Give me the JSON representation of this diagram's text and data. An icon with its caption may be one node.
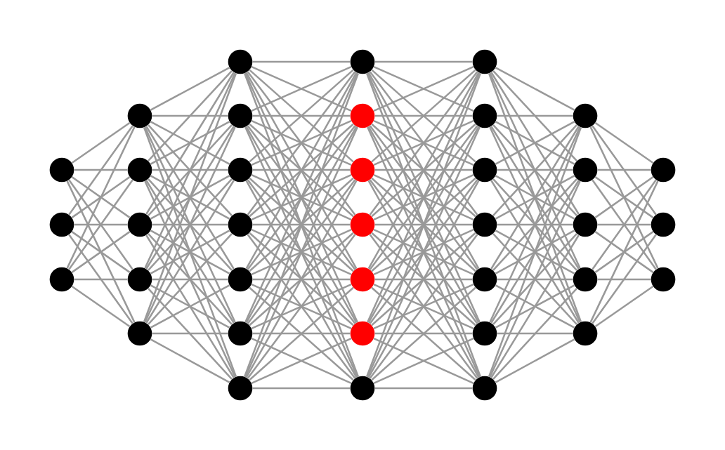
{
  "diagram": {
    "nodes": [
      {
        "text": [],
        "shape": "circle"
      },
      {
        "text": [],
        "shape": "circle"
      },
      {
        "text": [],
        "shape": "circle"
      },
      {
        "text": [],
        "shape": "circle"
      },
      {
        "text": [],
        "shape": "circle"
      },
      {
        "text": [],
        "shape": "circle"
      },
      {
        "text": [],
        "shape": "circle"
      },
      {
        "text": [],
        "shape": "circle"
      },
      {
        "text": [],
        "shape": "circle"
      },
      {
        "text": [],
        "shape": "circle"
      },
      {
        "text": [],
        "shape": "circle"
      },
      {
        "text": [],
        "shape": "circle"
      },
      {
        "text": [],
        "shape": "circle"
      },
      {
        "text": [],
        "shape": "circle"
      },
      {
        "text": [],
        "shape": "circle"
      },
      {
        "text": [],
        "shape": "circle"
      },
      {
        "text": [],
        "shape": "circle"
      },
      {
        "text": [],
        "shape": "circle"
      },
      {
        "text": [],
        "shape": "circle"
      },
      {
        "text": [],
        "shape": "circle"
      },
      {
        "text": [],
        "shape": "circle"
      },
      {
        "text": [],
        "shape": "circle"
      },
      {
        "text": [],
        "shape": "circle"
      },
      {
        "text": [],
        "shape": "circle"
      },
      {
        "text": [],
        "shape": "circle"
      },
      {
        "text": [],
        "shape": "circle"
      },
      {
        "text": [],
        "shape": "circle"
      },
      {
        "text": [],
        "shape": "circle"
      },
      {
        "text": [],
        "shape": "circle"
      },
      {
        "text": [],
        "shape": "circle"
      },
      {
        "text": [],
        "shape": "circle"
      },
      {
        "text": [],
        "shape": "circle"
      },
      {
        "text": [],
        "shape": "circle"
      },
      {
        "text": [],
        "shape": "circle"
      },
      {
        "text": [],
        "shape": "circle"
      },
      {
        "text": [],
        "shape": "circle"
      },
      {
        "text": [],
        "shape": "circle"
      }
    ],
    "edges": [
      {
        "from": 0,
        "to": 3,
        "arrow": "none"
      },
      {
        "from": 0,
        "to": 4,
        "arrow": "none"
      },
      {
        "from": 0,
        "to": 5,
        "arrow": "none"
      },
      {
        "from": 0,
        "to": 6,
        "arrow": "none"
      },
      {
        "from": 0,
        "to": 7,
        "arrow": "none"
      },
      {
        "from": 1,
        "to": 3,
        "arrow": "none"
      },
      {
        "from": 1,
        "to": 4,
        "arrow": "none"
      },
      {
        "from": 1,
        "to": 5,
        "arrow": "none"
      },
      {
        "from": 1,
        "to": 6,
        "arrow": "none"
      },
      {
        "from": 1,
        "to": 7,
        "arrow": "none"
      },
      {
        "from": 2,
        "to": 3,
        "arrow": "none"
      },
      {
        "from": 2,
        "to": 4,
        "arrow": "none"
      },
      {
        "from": 2,
        "to": 5,
        "arrow": "none"
      },
      {
        "from": 2,
        "to": 6,
        "arrow": "none"
      },
      {
        "from": 2,
        "to": 7,
        "arrow": "none"
      },
      {
        "from": 3,
        "to": 8,
        "arrow": "none"
      },
      {
        "from": 3,
        "to": 9,
        "arrow": "none"
      },
      {
        "from": 3,
        "to": 10,
        "arrow": "none"
      },
      {
        "from": 3,
        "to": 11,
        "arrow": "none"
      },
      {
        "from": 3,
        "to": 12,
        "arrow": "none"
      },
      {
        "from": 3,
        "to": 13,
        "arrow": "none"
      },
      {
        "from": 3,
        "to": 14,
        "arrow": "none"
      },
      {
        "from": 4,
        "to": 8,
        "arrow": "none"
      },
      {
        "from": 4,
        "to": 9,
        "arrow": "none"
      },
      {
        "from": 4,
        "to": 10,
        "arrow": "none"
      },
      {
        "from": 4,
        "to": 11,
        "arrow": "none"
      },
      {
        "from": 4,
        "to": 12,
        "arrow": "none"
      },
      {
        "from": 4,
        "to": 13,
        "arrow": "none"
      },
      {
        "from": 4,
        "to": 14,
        "arrow": "none"
      },
      {
        "from": 5,
        "to": 8,
        "arrow": "none"
      },
      {
        "from": 5,
        "to": 9,
        "arrow": "none"
      },
      {
        "from": 5,
        "to": 10,
        "arrow": "none"
      },
      {
        "from": 5,
        "to": 11,
        "arrow": "none"
      },
      {
        "from": 5,
        "to": 12,
        "arrow": "none"
      },
      {
        "from": 5,
        "to": 13,
        "arrow": "none"
      },
      {
        "from": 5,
        "to": 14,
        "arrow": "none"
      },
      {
        "from": 6,
        "to": 8,
        "arrow": "none"
      },
      {
        "from": 6,
        "to": 9,
        "arrow": "none"
      },
      {
        "from": 6,
        "to": 10,
        "arrow": "none"
      },
      {
        "from": 6,
        "to": 11,
        "arrow": "none"
      },
      {
        "from": 6,
        "to": 12,
        "arrow": "none"
      },
      {
        "from": 6,
        "to": 13,
        "arrow": "none"
      },
      {
        "from": 6,
        "to": 14,
        "arrow": "none"
      },
      {
        "from": 7,
        "to": 8,
        "arrow": "none"
      },
      {
        "from": 7,
        "to": 9,
        "arrow": "none"
      },
      {
        "from": 7,
        "to": 10,
        "arrow": "none"
      },
      {
        "from": 7,
        "to": 11,
        "arrow": "none"
      },
      {
        "from": 7,
        "to": 12,
        "arrow": "none"
      },
      {
        "from": 7,
        "to": 13,
        "arrow": "none"
      },
      {
        "from": 7,
        "to": 14,
        "arrow": "none"
      },
      {
        "from": 8,
        "to": 15,
        "arrow": "none"
      },
      {
        "from": 8,
        "to": 16,
        "arrow": "none"
      },
      {
        "from": 8,
        "to": 17,
        "arrow": "none"
      },
      {
        "from": 8,
        "to": 18,
        "arrow": "none"
      },
      {
        "from": 8,
        "to": 19,
        "arrow": "none"
      },
      {
        "from": 8,
        "to": 20,
        "arrow": "none"
      },
      {
        "from": 8,
        "to": 21,
        "arrow": "none"
      },
      {
        "from": 9,
        "to": 15,
        "arrow": "none"
      },
      {
        "from": 9,
        "to": 16,
        "arrow": "none"
      },
      {
        "from": 9,
        "to": 17,
        "arrow": "none"
      },
      {
        "from": 9,
        "to": 18,
        "arrow": "none"
      },
      {
        "from": 9,
        "to": 19,
        "arrow": "none"
      },
      {
        "from": 9,
        "to": 20,
        "arrow": "none"
      },
      {
        "from": 9,
        "to": 21,
        "arrow": "none"
      },
      {
        "from": 10,
        "to": 15,
        "arrow": "none"
      },
      {
        "from": 10,
        "to": 16,
        "arrow": "none"
      },
      {
        "from": 10,
        "to": 17,
        "arrow": "none"
      },
      {
        "from": 10,
        "to": 18,
        "arrow": "none"
      },
      {
        "from": 10,
        "to": 19,
        "arrow": "none"
      },
      {
        "from": 10,
        "to": 20,
        "arrow": "none"
      },
      {
        "from": 10,
        "to": 21,
        "arrow": "none"
      },
      {
        "from": 11,
        "to": 15,
        "arrow": "none"
      },
      {
        "from": 11,
        "to": 16,
        "arrow": "none"
      },
      {
        "from": 11,
        "to": 17,
        "arrow": "none"
      },
      {
        "from": 11,
        "to": 18,
        "arrow": "none"
      },
      {
        "from": 11,
        "to": 19,
        "arrow": "none"
      },
      {
        "from": 11,
        "to": 20,
        "arrow": "none"
      },
      {
        "from": 11,
        "to": 21,
        "arrow": "none"
      },
      {
        "from": 12,
        "to": 15,
        "arrow": "none"
      },
      {
        "from": 12,
        "to": 16,
        "arrow": "none"
      },
      {
        "from": 12,
        "to": 17,
        "arrow": "none"
      },
      {
        "from": 12,
        "to": 18,
        "arrow": "none"
      },
      {
        "from": 12,
        "to": 19,
        "arrow": "none"
      },
      {
        "from": 12,
        "to": 20,
        "arrow": "none"
      },
      {
        "from": 12,
        "to": 21,
        "arrow": "none"
      },
      {
        "from": 13,
        "to": 15,
        "arrow": "none"
      },
      {
        "from": 13,
        "to": 16,
        "arrow": "none"
      },
      {
        "from": 13,
        "to": 17,
        "arrow": "none"
      },
      {
        "from": 13,
        "to": 18,
        "arrow": "none"
      },
      {
        "from": 13,
        "to": 19,
        "arrow": "none"
      },
      {
        "from": 13,
        "to": 20,
        "arrow": "none"
      },
      {
        "from": 13,
        "to": 21,
        "arrow": "none"
      },
      {
        "from": 14,
        "to": 15,
        "arrow": "none"
      },
      {
        "from": 14,
        "to": 16,
        "arrow": "none"
      },
      {
        "from": 14,
        "to": 17,
        "arrow": "none"
      },
      {
        "from": 14,
        "to": 18,
        "arrow": "none"
      },
      {
        "from": 14,
        "to": 19,
        "arrow": "none"
      },
      {
        "from": 14,
        "to": 20,
        "arrow": "none"
      },
      {
        "from": 14,
        "to": 21,
        "arrow": "none"
      },
      {
        "from": 15,
        "to": 22,
        "arrow": "none"
      },
      {
        "from": 15,
        "to": 23,
        "arrow": "none"
      },
      {
        "from": 15,
        "to": 24,
        "arrow": "none"
      },
      {
        "from": 15,
        "to": 25,
        "arrow": "none"
      },
      {
        "from": 15,
        "to": 26,
        "arrow": "none"
      },
      {
        "from": 15,
        "to": 27,
        "arrow": "none"
      },
      {
        "from": 15,
        "to": 28,
        "arrow": "none"
      },
      {
        "from": 16,
        "to": 22,
        "arrow": "none"
      },
      {
        "from": 16,
        "to": 23,
        "arrow": "none"
      },
      {
        "from": 16,
        "to": 24,
        "arrow": "none"
      },
      {
        "from": 16,
        "to": 25,
        "arrow": "none"
      },
      {
        "from": 16,
        "to": 26,
        "arrow": "none"
      },
      {
        "from": 16,
        "to": 27,
        "arrow": "none"
      },
      {
        "from": 16,
        "to": 28,
        "arrow": "none"
      },
      {
        "from": 17,
        "to": 22,
        "arrow": "none"
      },
      {
        "from": 17,
        "to": 23,
        "arrow": "none"
      },
      {
        "from": 17,
        "to": 24,
        "arrow": "none"
      },
      {
        "from": 17,
        "to": 25,
        "arrow": "none"
      },
      {
        "from": 17,
        "to": 26,
        "arrow": "none"
      },
      {
        "from": 17,
        "to": 27,
        "arrow": "none"
      },
      {
        "from": 17,
        "to": 28,
        "arrow": "none"
      },
      {
        "from": 18,
        "to": 22,
        "arrow": "none"
      },
      {
        "from": 18,
        "to": 23,
        "arrow": "none"
      },
      {
        "from": 18,
        "to": 24,
        "arrow": "none"
      },
      {
        "from": 18,
        "to": 25,
        "arrow": "none"
      },
      {
        "from": 18,
        "to": 26,
        "arrow": "none"
      },
      {
        "from": 18,
        "to": 27,
        "arrow": "none"
      },
      {
        "from": 18,
        "to": 28,
        "arrow": "none"
      },
      {
        "from": 19,
        "to": 22,
        "arrow": "none"
      },
      {
        "from": 19,
        "to": 23,
        "arrow": "none"
      },
      {
        "from": 19,
        "to": 24,
        "arrow": "none"
      },
      {
        "from": 19,
        "to": 25,
        "arrow": "none"
      },
      {
        "from": 19,
        "to": 26,
        "arrow": "none"
      },
      {
        "from": 19,
        "to": 27,
        "arrow": "none"
      },
      {
        "from": 19,
        "to": 28,
        "arrow": "none"
      },
      {
        "from": 20,
        "to": 22,
        "arrow": "none"
      },
      {
        "from": 20,
        "to": 23,
        "arrow": "none"
      },
      {
        "from": 20,
        "to": 24,
        "arrow": "none"
      },
      {
        "from": 20,
        "to": 25,
        "arrow": "none"
      },
      {
        "from": 20,
        "to": 26,
        "arrow": "none"
      },
      {
        "from": 20,
        "to": 27,
        "arrow": "none"
      },
      {
        "from": 20,
        "to": 28,
        "arrow": "none"
      },
      {
        "from": 21,
        "to": 22,
        "arrow": "none"
      },
      {
        "from": 21,
        "to": 23,
        "arrow": "none"
      },
      {
        "from": 21,
        "to": 24,
        "arrow": "none"
      },
      {
        "from": 21,
        "to": 25,
        "arrow": "none"
      },
      {
        "from": 21,
        "to": 26,
        "arrow": "none"
      },
      {
        "from": 21,
        "to": 27,
        "arrow": "none"
      },
      {
        "from": 21,
        "to": 28,
        "arrow": "none"
      },
      {
        "from": 22,
        "to": 29,
        "arrow": "none"
      },
      {
        "from": 22,
        "to": 30,
        "arrow": "none"
      },
      {
        "from": 22,
        "to": 31,
        "arrow": "none"
      },
      {
        "from": 22,
        "to": 32,
        "arrow": "none"
      },
      {
        "from": 22,
        "to": 33,
        "arrow": "none"
      },
      {
        "from": 23,
        "to": 29,
        "arrow": "none"
      },
      {
        "from": 23,
        "to": 30,
        "arrow": "none"
      },
      {
        "from": 23,
        "to": 31,
        "arrow": "none"
      },
      {
        "from": 23,
        "to": 32,
        "arrow": "none"
      },
      {
        "from": 23,
        "to": 33,
        "arrow": "none"
      },
      {
        "from": 24,
        "to": 29,
        "arrow": "none"
      },
      {
        "from": 24,
        "to": 30,
        "arrow": "none"
      },
      {
        "from": 24,
        "to": 31,
        "arrow": "none"
      },
      {
        "from": 24,
        "to": 32,
        "arrow": "none"
      },
      {
        "from": 24,
        "to": 33,
        "arrow": "none"
      },
      {
        "from": 25,
        "to": 29,
        "arrow": "none"
      },
      {
        "from": 25,
        "to": 30,
        "arrow": "none"
      },
      {
        "from": 25,
        "to": 31,
        "arrow": "none"
      },
      {
        "from": 25,
        "to": 32,
        "arrow": "none"
      },
      {
        "from": 25,
        "to": 33,
        "arrow": "none"
      },
      {
        "from": 26,
        "to": 29,
        "arrow": "none"
      },
      {
        "from": 26,
        "to": 30,
        "arrow": "none"
      },
      {
        "from": 26,
        "to": 31,
        "arrow": "none"
      },
      {
        "from": 26,
        "to": 32,
        "arrow": "none"
      },
      {
        "from": 26,
        "to": 33,
        "arrow": "none"
      },
      {
        "from": 27,
        "to": 29,
        "arrow": "none"
      },
      {
        "from": 27,
        "to": 30,
        "arrow": "none"
      },
      {
        "from": 27,
        "to": 31,
        "arrow": "none"
      },
      {
        "from": 27,
        "to": 32,
        "arrow": "none"
      },
      {
        "from": 27,
        "to": 33,
        "arrow": "none"
      },
      {
        "from": 28,
        "to": 29,
        "arrow": "none"
      },
      {
        "from": 28,
        "to": 30,
        "arrow": "none"
      },
      {
        "from": 28,
        "to": 31,
        "arrow": "none"
      },
      {
        "from": 28,
        "to": 32,
        "arrow": "none"
      },
      {
        "from": 28,
        "to": 33,
        "arrow": "none"
      },
      {
        "from": 29,
        "to": 34,
        "arrow": "none"
      },
      {
        "from": 29,
        "to": 35,
        "arrow": "none"
      },
      {
        "from": 29,
        "to": 36,
        "arrow": "none"
      },
      {
        "from": 30,
        "to": 34,
        "arrow": "none"
      },
      {
        "from": 30,
        "to": 35,
        "arrow": "none"
      },
      {
        "from": 30,
        "to": 36,
        "arrow": "none"
      },
      {
        "from": 31,
        "to": 34,
        "arrow": "none"
      },
      {
        "from": 31,
        "to": 35,
        "arrow": "none"
      },
      {
        "from": 31,
        "to": 36,
        "arrow": "none"
      },
      {
        "from": 32,
        "to": 34,
        "arrow": "none"
      },
      {
        "from": 32,
        "to": 35,
        "arrow": "none"
      },
      {
        "from": 32,
        "to": 36,
        "arrow": "none"
      },
      {
        "from": 33,
        "to": 34,
        "arrow": "none"
      },
      {
        "from": 33,
        "to": 35,
        "arrow": "none"
      },
      {
        "from": 33,
        "to": 36,
        "arrow": "none"
      }
    ]
  }
}
